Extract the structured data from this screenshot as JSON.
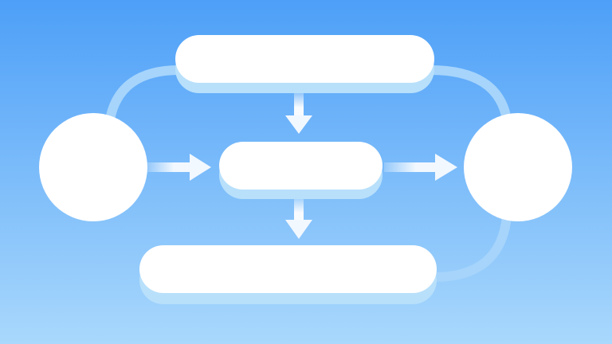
{
  "colors": {
    "background_top": "#4d9ff8",
    "background_bottom": "#a9d8fc",
    "node_fill": "#ffffff",
    "node_shadow": "#b8e0fb",
    "connector": "#a6d4fb",
    "arrow": "#f2f8ff"
  },
  "nodes": [
    {
      "id": "start-circle",
      "shape": "circle"
    },
    {
      "id": "top-process",
      "shape": "pill"
    },
    {
      "id": "middle-process",
      "shape": "pill"
    },
    {
      "id": "bottom-process",
      "shape": "pill"
    },
    {
      "id": "end-circle",
      "shape": "circle"
    }
  ],
  "edges": [
    {
      "from": "start-circle",
      "to": "top-process",
      "style": "curved-line"
    },
    {
      "from": "top-process",
      "to": "end-circle",
      "style": "curved-line"
    },
    {
      "from": "end-circle",
      "to": "bottom-process",
      "style": "curved-line"
    },
    {
      "from": "top-process",
      "to": "middle-process",
      "style": "arrow"
    },
    {
      "from": "start-circle",
      "to": "middle-process",
      "style": "arrow"
    },
    {
      "from": "middle-process",
      "to": "end-circle",
      "style": "arrow"
    },
    {
      "from": "middle-process",
      "to": "bottom-process",
      "style": "arrow"
    }
  ]
}
